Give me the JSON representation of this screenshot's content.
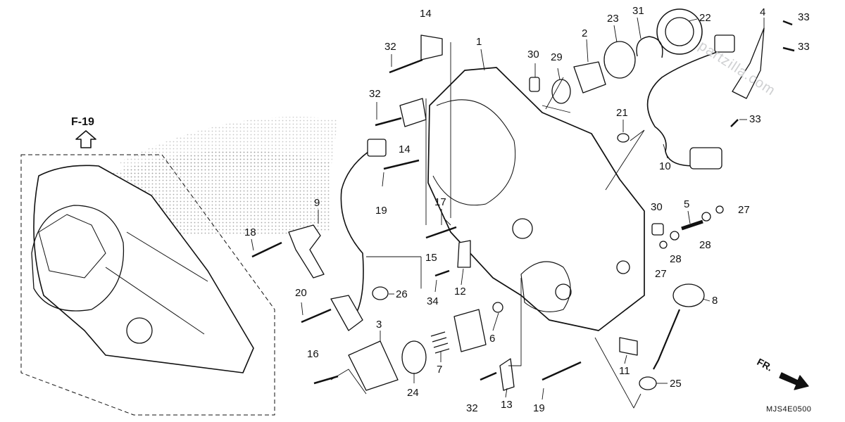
{
  "reference_label": "F-19",
  "watermark": "partzilla.com",
  "diagram_code": "MJS4E0500",
  "direction_label": "FR.",
  "callouts": [
    "1",
    "2",
    "3",
    "4",
    "5",
    "6",
    "7",
    "8",
    "9",
    "10",
    "11",
    "12",
    "13",
    "14",
    "14",
    "15",
    "16",
    "17",
    "18",
    "19",
    "19",
    "20",
    "21",
    "22",
    "23",
    "24",
    "25",
    "26",
    "27",
    "27",
    "28",
    "28",
    "29",
    "30",
    "30",
    "31",
    "32",
    "32",
    "32",
    "33",
    "33",
    "33",
    "34"
  ],
  "colors": {
    "line": "#111111",
    "stipple": "#9a9a9a",
    "watermark": "#cfd0d2"
  },
  "icons": [
    "up-arrow-icon",
    "forward-arrow-icon"
  ]
}
